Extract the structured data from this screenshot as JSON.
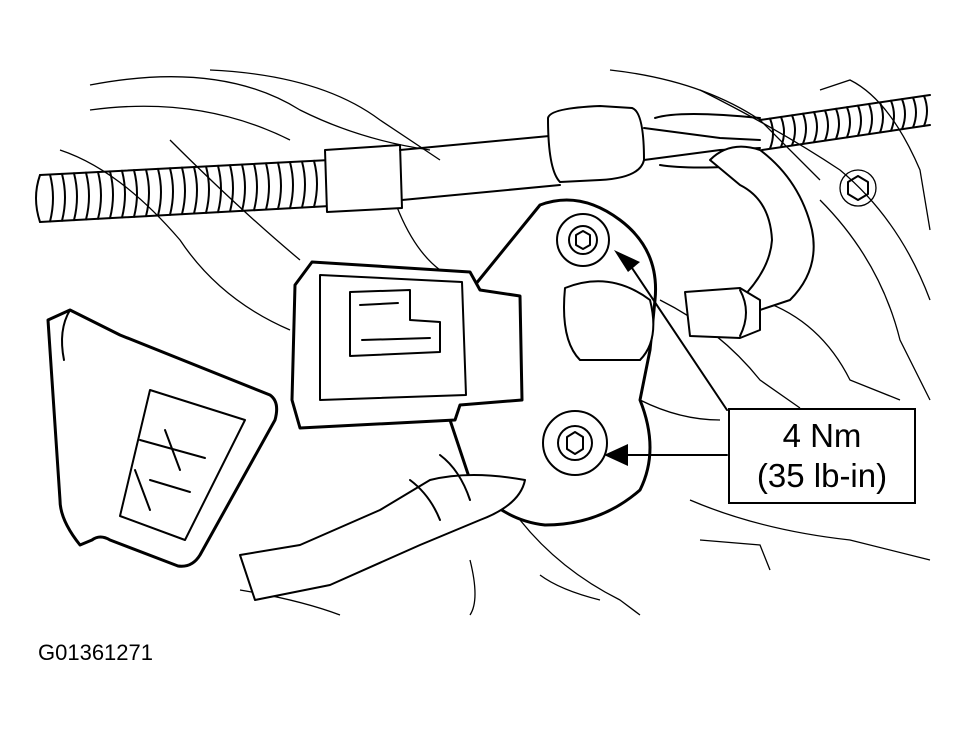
{
  "callout": {
    "torque_nm": "4 Nm",
    "torque_lbin": "(35 lb-in)"
  },
  "figure_id": "G01361271",
  "colors": {
    "line": "#000000",
    "background": "#ffffff"
  }
}
